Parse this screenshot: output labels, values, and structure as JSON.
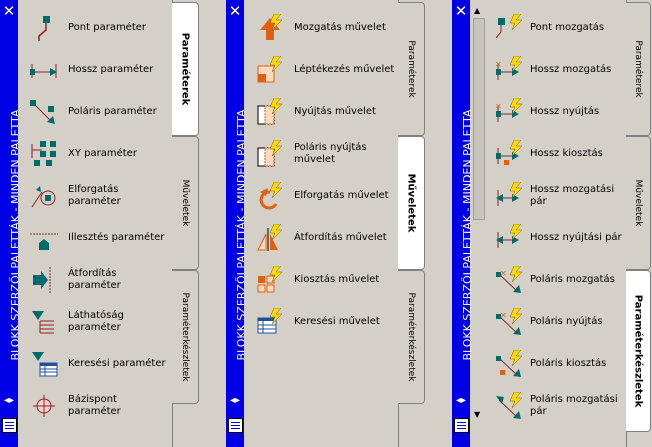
{
  "palette_title": "BLOKK SZERZŐI PALETTÁK - MINDEN PALETTA",
  "close_glyph": "✕",
  "arrows_glyph": "◂▸",
  "tabs": {
    "parameters": "Paraméterek",
    "actions": "Műveletek",
    "parametersets": "Paraméterkészletek"
  },
  "palette1": {
    "items": [
      {
        "label": "Pont paraméter",
        "icon": "point-parameter-icon"
      },
      {
        "label": "Hossz paraméter",
        "icon": "linear-parameter-icon"
      },
      {
        "label": "Poláris paraméter",
        "icon": "polar-parameter-icon"
      },
      {
        "label": "XY paraméter",
        "icon": "xy-parameter-icon"
      },
      {
        "label": "Elforgatás paraméter",
        "icon": "rotation-parameter-icon"
      },
      {
        "label": "Illesztés paraméter",
        "icon": "alignment-parameter-icon"
      },
      {
        "label": "Átfordítás paraméter",
        "icon": "flip-parameter-icon"
      },
      {
        "label": "Láthatóság paraméter",
        "icon": "visibility-parameter-icon"
      },
      {
        "label": "Keresési paraméter",
        "icon": "lookup-parameter-icon"
      },
      {
        "label": "Bázispont paraméter",
        "icon": "basepoint-parameter-icon"
      }
    ]
  },
  "palette2": {
    "items": [
      {
        "label": "Mozgatás művelet",
        "icon": "move-action-icon"
      },
      {
        "label": "Léptékezés művelet",
        "icon": "scale-action-icon"
      },
      {
        "label": "Nyújtás művelet",
        "icon": "stretch-action-icon"
      },
      {
        "label": "Poláris nyújtás művelet",
        "icon": "polar-stretch-action-icon"
      },
      {
        "label": "Elforgatás művelet",
        "icon": "rotate-action-icon"
      },
      {
        "label": "Átfordítás művelet",
        "icon": "flip-action-icon"
      },
      {
        "label": "Kiosztás művelet",
        "icon": "array-action-icon"
      },
      {
        "label": "Keresési művelet",
        "icon": "lookup-action-icon"
      }
    ]
  },
  "palette3": {
    "items": [
      {
        "label": "Pont mozgatás",
        "icon": "point-move-icon"
      },
      {
        "label": "Hossz mozgatás",
        "icon": "linear-move-icon"
      },
      {
        "label": "Hossz nyújtás",
        "icon": "linear-stretch-icon"
      },
      {
        "label": "Hossz kiosztás",
        "icon": "linear-array-icon"
      },
      {
        "label": "Hossz mozgatási pár",
        "icon": "linear-move-pair-icon"
      },
      {
        "label": "Hossz nyújtási pár",
        "icon": "linear-stretch-pair-icon"
      },
      {
        "label": "Poláris mozgatás",
        "icon": "polar-move-icon"
      },
      {
        "label": "Poláris nyújtás",
        "icon": "polar-stretch-icon"
      },
      {
        "label": "Poláris kiosztás",
        "icon": "polar-array-icon"
      },
      {
        "label": "Poláris mozgatási pár",
        "icon": "polar-move-pair-icon"
      }
    ]
  },
  "colors": {
    "titlebar": "#0000e6",
    "teal": "#006b6b",
    "orange": "#e06010",
    "yellow": "#ffd800"
  }
}
